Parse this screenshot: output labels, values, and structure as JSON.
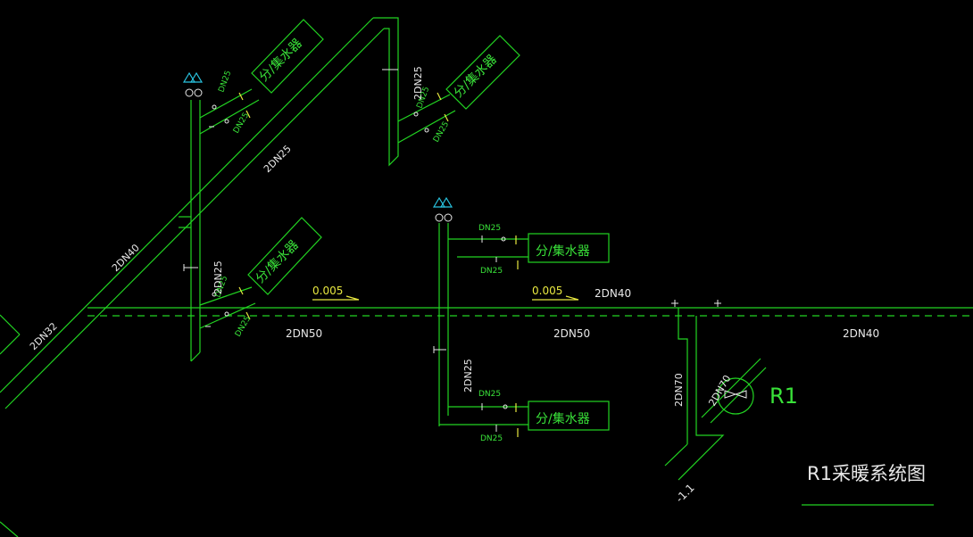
{
  "diagram": {
    "title": "R1采暖系统图",
    "riser_label": "R1",
    "manifold_label": "分/集水器",
    "slope_label": "0.005",
    "elevation_label": "-1.1",
    "pipe_labels": {
      "dn25": "DN25",
      "two_dn25": "2DN25",
      "two_dn32": "2DN32",
      "two_dn40": "2DN40",
      "two_dn50": "2DN50",
      "two_dn70": "2DN70"
    },
    "colors": {
      "background": "#000000",
      "pipe": "#22d422",
      "text": "#e8e8e8",
      "slope": "#e8e840",
      "vent": "#29c4e0"
    }
  }
}
